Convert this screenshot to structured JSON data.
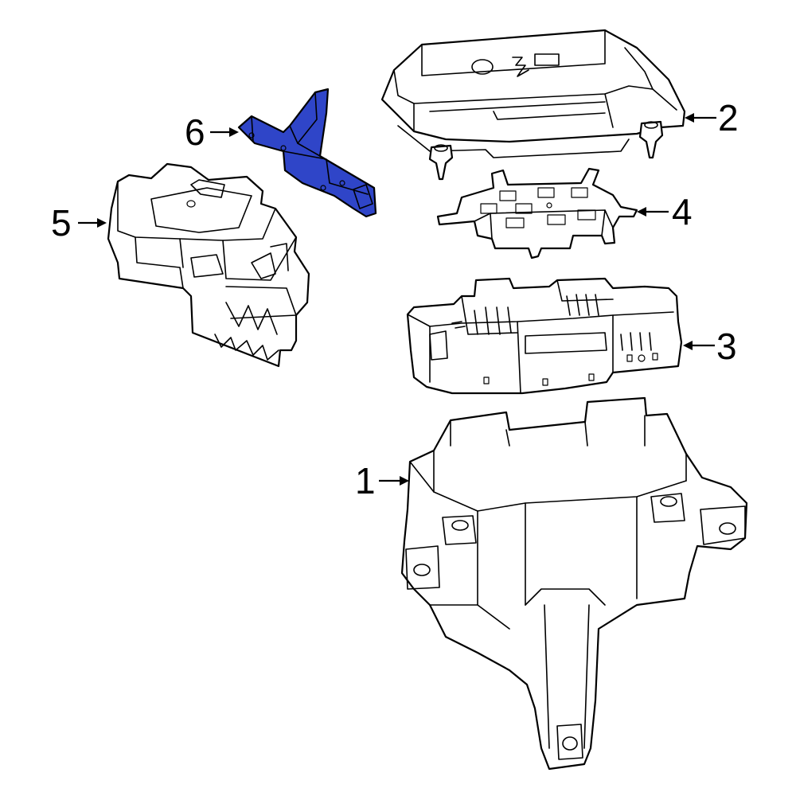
{
  "highlight_color": "#2f45c8",
  "callouts": [
    {
      "id": "1",
      "label": "1"
    },
    {
      "id": "2",
      "label": "2"
    },
    {
      "id": "3",
      "label": "3"
    },
    {
      "id": "4",
      "label": "4"
    },
    {
      "id": "5",
      "label": "5"
    },
    {
      "id": "6",
      "label": "6"
    }
  ]
}
